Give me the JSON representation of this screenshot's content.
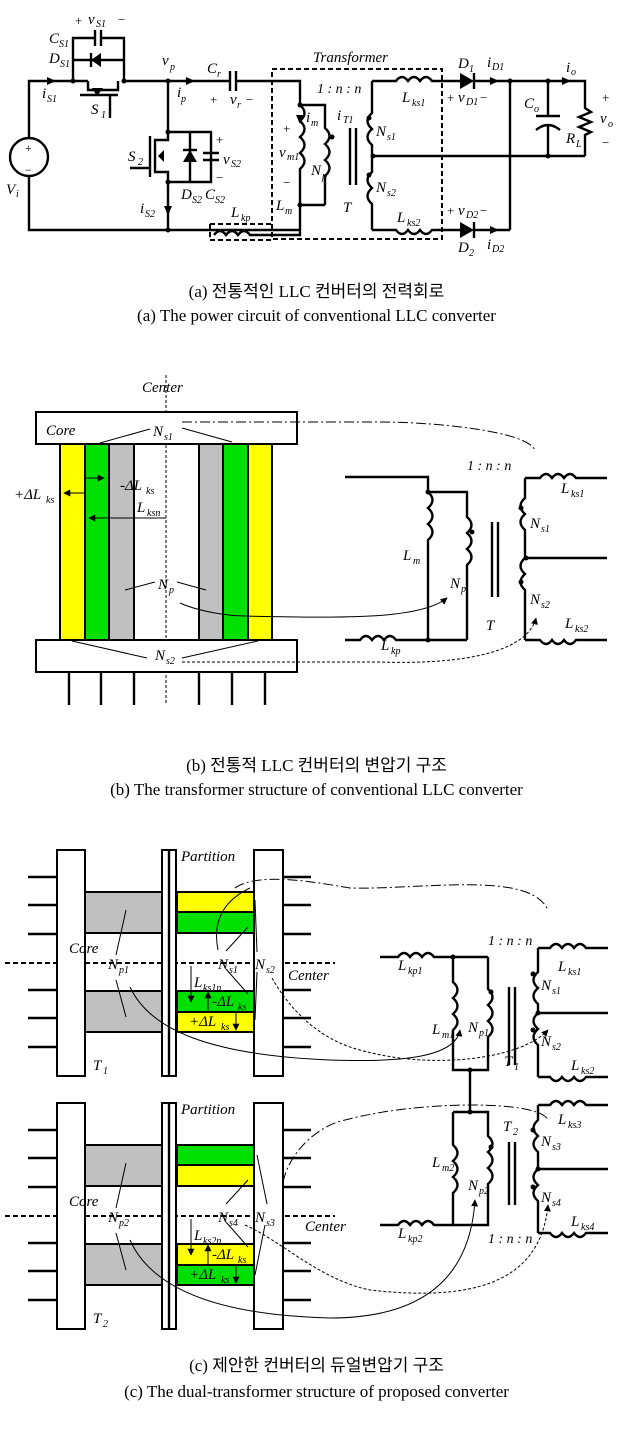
{
  "colors": {
    "winding_primary": "#c0c0c0",
    "winding_green": "#00e000",
    "winding_yellow": "#ffff00",
    "line": "#000000"
  },
  "panel_a": {
    "caption_kr": "(a) 전통적인 LLC 컨버터의 전력회로",
    "caption_en": "(a) The power circuit of conventional LLC converter",
    "labels": {
      "vs1": "v",
      "vs1_sub": "S1",
      "cs1": "C",
      "cs1_sub": "S1",
      "ds1": "D",
      "ds1_sub": "S1",
      "is1": "i",
      "is1_sub": "S1",
      "s1": "S",
      "s1_sub": "1",
      "vi": "V",
      "vi_sub": "i",
      "vp": "v",
      "vp_sub": "p",
      "ip": "i",
      "ip_sub": "p",
      "cr": "C",
      "cr_sub": "r",
      "vr": "v",
      "vr_sub": "r",
      "s2": "S",
      "s2_sub": "2",
      "vs2": "v",
      "vs2_sub": "S2",
      "ds2": "D",
      "ds2_sub": "S2",
      "cs2": "C",
      "cs2_sub": "S2",
      "is2": "i",
      "is2_sub": "S2",
      "lkp": "L",
      "lkp_sub": "kp",
      "transformer": "Transformer",
      "ratio": "1 : n : n",
      "im": "i",
      "im_sub": "m",
      "it1": "i",
      "it1_sub": "T1",
      "vm1": "v",
      "vm1_sub": "m1",
      "np": "N",
      "np_sub": "p",
      "lm": "L",
      "lm_sub": "m",
      "t": "T",
      "ns1": "N",
      "ns1_sub": "s1",
      "ns2": "N",
      "ns2_sub": "s2",
      "lks1": "L",
      "lks1_sub": "ks1",
      "lks2": "L",
      "lks2_sub": "ks2",
      "d1": "D",
      "d1_sub": "1",
      "d2": "D",
      "d2_sub": "2",
      "id1": "i",
      "id1_sub": "D1",
      "id2": "i",
      "id2_sub": "D2",
      "vd1": "v",
      "vd1_sub": "D1",
      "vd2": "v",
      "vd2_sub": "D2",
      "io": "i",
      "io_sub": "o",
      "co": "C",
      "co_sub": "o",
      "rl": "R",
      "rl_sub": "L",
      "vo": "v",
      "vo_sub": "o",
      "plus": "+",
      "minus": "−"
    }
  },
  "panel_b": {
    "caption_kr": "(b) 전통적 LLC 컨버터의 변압기 구조",
    "caption_en": "(b) The transformer structure of conventional LLC converter",
    "labels": {
      "center": "Center",
      "core": "Core",
      "ns1": "N",
      "ns1_sub": "s1",
      "ns2": "N",
      "ns2_sub": "s2",
      "np": "N",
      "np_sub": "p",
      "minus_dlks": "-ΔL",
      "minus_dlks_sub": "ks",
      "plus_dlks": "+ΔL",
      "plus_dlks_sub": "ks",
      "lksn": "L",
      "lksn_sub": "ksn",
      "ratio": "1 : n : n",
      "lm": "L",
      "lm_sub": "m",
      "lkp": "L",
      "lkp_sub": "kp",
      "t": "T",
      "lks1": "L",
      "lks1_sub": "ks1",
      "lks2": "L",
      "lks2_sub": "ks2",
      "ns1c": "N",
      "ns1c_sub": "s1",
      "ns2c": "N",
      "ns2c_sub": "s2",
      "npc": "N",
      "npc_sub": "p"
    }
  },
  "panel_c": {
    "caption_kr": "(c) 제안한 컨버터의 듀얼변압기 구조",
    "caption_en": "(c) The dual-transformer structure of proposed converter",
    "t1": {
      "partition": "Partition",
      "core": "Core",
      "center": "Center",
      "np": "N",
      "np_sub": "p1",
      "nsa": "N",
      "nsa_sub": "s1",
      "nsb": "N",
      "nsb_sub": "s2",
      "lksn": "L",
      "lksn_sub": "ks1n",
      "minus_dlks": "-ΔL",
      "minus_dlks_sub": "ks",
      "plus_dlks": "+ΔL",
      "plus_dlks_sub": "ks",
      "name": "T",
      "name_sub": "1",
      "ratio": "1 : n : n",
      "lkp": "L",
      "lkp_sub": "kp1",
      "lm": "L",
      "lm_sub": "m1",
      "npc": "N",
      "npc_sub": "p1",
      "nsac": "N",
      "nsac_sub": "s1",
      "nsbc": "N",
      "nsbc_sub": "s2",
      "lksa": "L",
      "lksa_sub": "ks1",
      "lksb": "L",
      "lksb_sub": "ks2"
    },
    "t2": {
      "partition": "Partition",
      "core": "Core",
      "center": "Center",
      "np": "N",
      "np_sub": "p2",
      "nsa": "N",
      "nsa_sub": "s4",
      "nsb": "N",
      "nsb_sub": "s3",
      "lksn": "L",
      "lksn_sub": "ks2n",
      "minus_dlks": "-ΔL",
      "minus_dlks_sub": "ks",
      "plus_dlks": "+ΔL",
      "plus_dlks_sub": "ks",
      "name": "T",
      "name_sub": "2",
      "ratio": "1 : n : n",
      "lkp": "L",
      "lkp_sub": "kp2",
      "lm": "L",
      "lm_sub": "m2",
      "npc": "N",
      "npc_sub": "p2",
      "nsac": "N",
      "nsac_sub": "s3",
      "nsbc": "N",
      "nsbc_sub": "s4",
      "lksa": "L",
      "lksa_sub": "ks3",
      "lksb": "L",
      "lksb_sub": "ks4"
    }
  }
}
